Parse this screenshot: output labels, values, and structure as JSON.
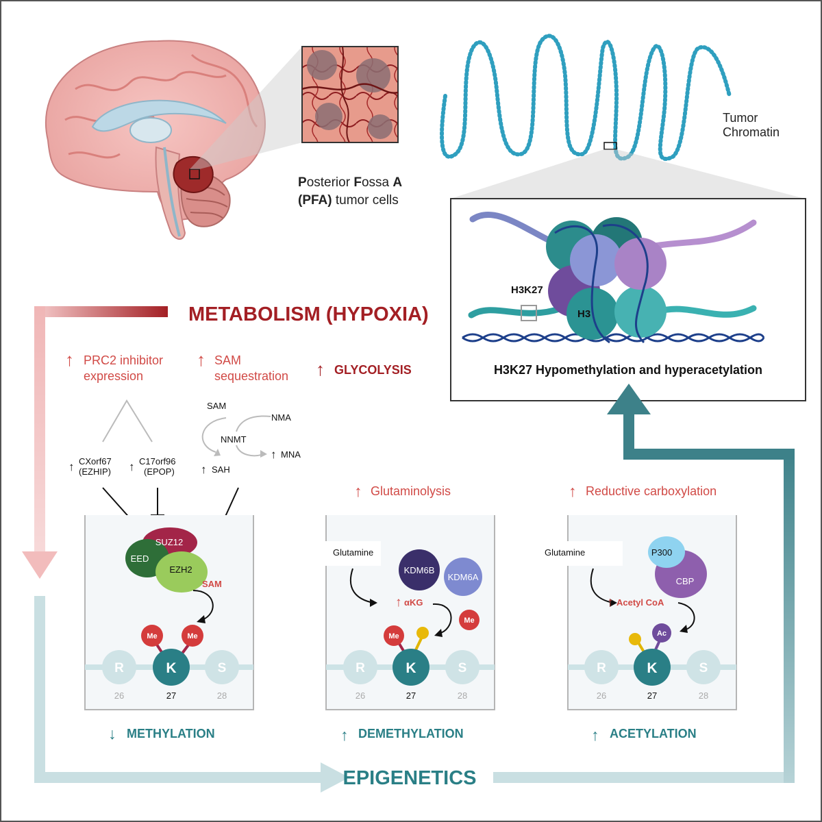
{
  "labels": {
    "tumor_chromatin_line1": "Tumor",
    "tumor_chromatin_line2": "Chromatin",
    "pfa_line1_p": "P",
    "pfa_line1_osterior": "osterior ",
    "pfa_line1_f": "F",
    "pfa_line1_ossa": "ossa ",
    "pfa_line1_a": "A",
    "pfa_line2_bold": "(PFA)",
    "pfa_line2_rest": " tumor cells",
    "h3k27_tag": "H3K27",
    "h3_tag": "H3",
    "nucleosome_caption": "H3K27 Hypomethylation and hyperacetylation",
    "metabolism_title": "METABOLISM (HYPOXIA)",
    "epigenetics_title": "EPIGENETICS"
  },
  "metabolism": {
    "up_arrow": "↑",
    "prc2_line1": "PRC2 inhibitor",
    "prc2_line2": "expression",
    "sam_line1": "SAM",
    "sam_line2": "sequestration",
    "glycolysis": "GLYCOLYSIS",
    "cxorf67": "CXorf67",
    "ezhip": "(EZHIP)",
    "c17orf96": "C17orf96",
    "epop": "(EPOP)",
    "nnmt_sam": "SAM",
    "nnmt_nma": "NMA",
    "nnmt": "NNMT",
    "nnmt_sah": "SAH",
    "nnmt_mna": "MNA",
    "glutaminolysis": "Glutaminolysis",
    "reductive_carboxylation": "Reductive carboxylation"
  },
  "panels": {
    "methylation": {
      "suz12": "SUZ12",
      "eed": "EED",
      "ezh2": "EZH2",
      "sam": "SAM",
      "me": "Me",
      "r": "R",
      "k": "K",
      "s": "S",
      "n26": "26",
      "n27": "27",
      "n28": "28",
      "arrow": "↓",
      "label": "METHYLATION"
    },
    "demethylation": {
      "glutamine": "Glutamine",
      "kdm6b": "KDM6B",
      "kdm6a": "KDM6A",
      "akg": "αKG",
      "me": "Me",
      "r": "R",
      "k": "K",
      "s": "S",
      "n26": "26",
      "n27": "27",
      "n28": "28",
      "arrow": "↑",
      "label": "DEMETHYLATION"
    },
    "acetylation": {
      "glutamine": "Glutamine",
      "p300": "P300",
      "cbp": "CBP",
      "acetyl_coa": "Acetyl CoA",
      "ac": "Ac",
      "r": "R",
      "k": "K",
      "s": "S",
      "n26": "26",
      "n27": "27",
      "n28": "28",
      "arrow": "↑",
      "label": "ACETYLATION"
    }
  },
  "colors": {
    "metab_red": "#a31f24",
    "light_red": "#d9534f",
    "teal": "#2a7f86",
    "teal_light": "#b9d9dc",
    "chromatin": "#3aa3bd"
  }
}
